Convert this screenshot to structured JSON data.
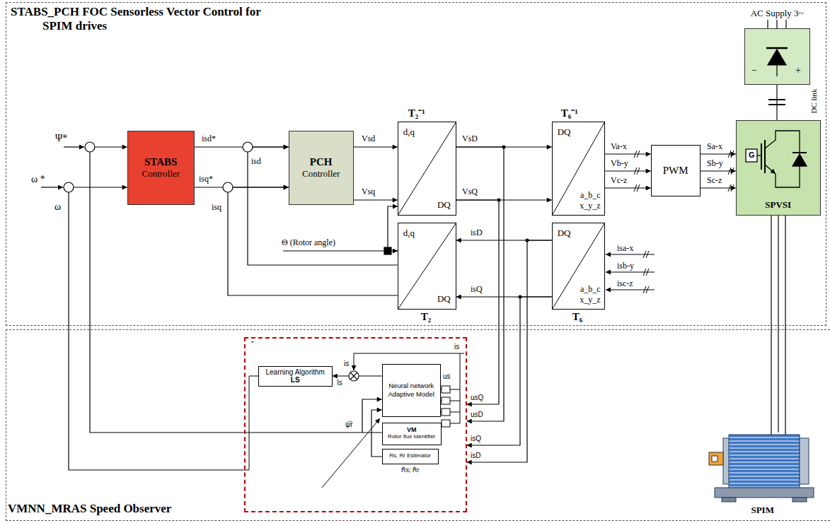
{
  "diagram": {
    "nodes": [
      {
        "text": [
          "STABS_PCH FOC Sensorless Vector Control for SPIM drives"
        ]
      },
      {
        "text": [
          "VMNN_MRAS Speed Observer"
        ]
      },
      {
        "text": [
          "STABS",
          "Controller"
        ],
        "in": 0
      },
      {
        "text": [
          "PCH",
          "Controller"
        ],
        "in": 0
      },
      {
        "text": [
          "T₂⁻¹",
          "d,q",
          "DQ"
        ],
        "in": 0
      },
      {
        "text": [
          "T₆⁻¹",
          "DQ",
          "a_b_c x_y_z"
        ],
        "in": 0
      },
      {
        "text": [
          "PWM"
        ],
        "in": 0
      },
      {
        "text": [
          "SPVSI"
        ],
        "in": 0
      },
      {
        "text": [
          "AC Supply 3~"
        ],
        "in": 0
      },
      {
        "text": [
          "T₂",
          "d,q",
          "DQ"
        ],
        "in": 0
      },
      {
        "text": [
          "T₆",
          "DQ",
          "a_b_c x_y_z"
        ],
        "in": 0
      },
      {
        "text": [
          "SPIM"
        ],
        "in": 1
      },
      {
        "text": [
          "ˆ"
        ],
        "in": 1
      },
      {
        "text": [
          "Learning Algorithm",
          "LS"
        ],
        "in": 12
      },
      {
        "text": [
          "Neural network Adaptive Model"
        ],
        "in": 12
      },
      {
        "text": [
          "VM",
          "Rotor flux Identifier"
        ],
        "in": 12
      },
      {
        "text": [
          "Rs, Rr Estimator",
          "R̂s; R̂r"
        ],
        "in": 12
      }
    ],
    "edges": [
      {
        "from": 2,
        "to": 3,
        "label": "isd*",
        "arrow": "to"
      },
      {
        "from": 2,
        "to": 3,
        "label": "isq*",
        "arrow": "to"
      },
      {
        "from": 9,
        "to": 3,
        "label": "isd",
        "arrow": "to"
      },
      {
        "from": 9,
        "to": 3,
        "label": "isq",
        "arrow": "to"
      },
      {
        "from": 3,
        "to": 4,
        "label": "Vsd",
        "arrow": "to"
      },
      {
        "from": 3,
        "to": 4,
        "label": "Vsq",
        "arrow": "to"
      },
      {
        "from": 4,
        "to": 5,
        "label": "VsD",
        "arrow": "to"
      },
      {
        "from": 4,
        "to": 5,
        "label": "VsQ",
        "arrow": "to"
      },
      {
        "from": 5,
        "to": 6,
        "label": "Va-x",
        "arrow": "to"
      },
      {
        "from": 5,
        "to": 6,
        "label": "Vb-y",
        "arrow": "to"
      },
      {
        "from": 5,
        "to": 6,
        "label": "Vc-z",
        "arrow": "to"
      },
      {
        "from": 6,
        "to": 7,
        "label": "Sa-x",
        "arrow": "to"
      },
      {
        "from": 6,
        "to": 7,
        "label": "Sb-y",
        "arrow": "to"
      },
      {
        "from": 6,
        "to": 7,
        "label": "Sc-z",
        "arrow": "to"
      },
      {
        "from": 8,
        "to": 7,
        "arrow": "none"
      },
      {
        "from": 7,
        "to": 11,
        "arrow": "none"
      },
      {
        "from": 10,
        "to": 9,
        "label": "isD",
        "arrow": "to"
      },
      {
        "from": 10,
        "to": 9,
        "label": "isQ",
        "arrow": "to"
      },
      {
        "from": 4,
        "to": 12,
        "label": "usQ",
        "arrow": "to"
      },
      {
        "from": 4,
        "to": 12,
        "label": "usD",
        "arrow": "to"
      },
      {
        "from": 10,
        "to": 12,
        "label": "isQ",
        "arrow": "to"
      },
      {
        "from": 10,
        "to": 12,
        "label": "isD",
        "arrow": "to"
      },
      {
        "from": 12,
        "to": 2,
        "label": "ω",
        "arrow": "to"
      },
      {
        "from": 12,
        "to": 2,
        "arrow": "to"
      },
      {
        "from": 14,
        "to": 13,
        "arrow": "to"
      },
      {
        "from": 15,
        "to": 14,
        "arrow": "to"
      },
      {
        "from": 16,
        "to": 14,
        "arrow": "to"
      }
    ],
    "labels": [
      "Ψ*",
      "ω *",
      "Θ (Rotor angle)",
      "isa-x",
      "isb-y",
      "isc-z",
      "G",
      "−",
      "+",
      "DC link",
      "is",
      "is",
      "îs",
      "us",
      "ψ̂r"
    ]
  }
}
